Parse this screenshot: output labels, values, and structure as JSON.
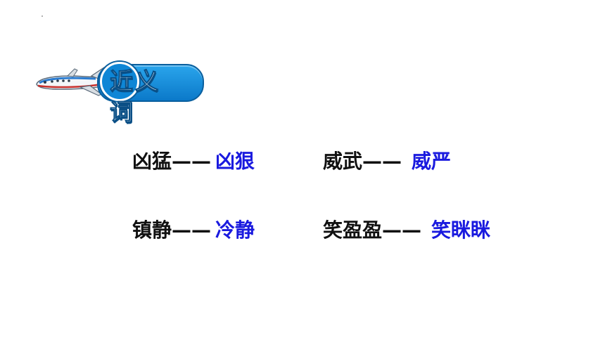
{
  "badge": {
    "title": "近义词",
    "icon": "airplane-icon",
    "color": "#0e86d6"
  },
  "separator": "——",
  "pairs": [
    {
      "word": "凶猛",
      "synonym": "凶狠"
    },
    {
      "word": "威武",
      "synonym": "威严"
    },
    {
      "word": "镇静",
      "synonym": "冷静"
    },
    {
      "word": "笑盈盈",
      "synonym": "笑眯眯"
    }
  ],
  "colors": {
    "word": "#111111",
    "synonym": "#1a1adf"
  }
}
